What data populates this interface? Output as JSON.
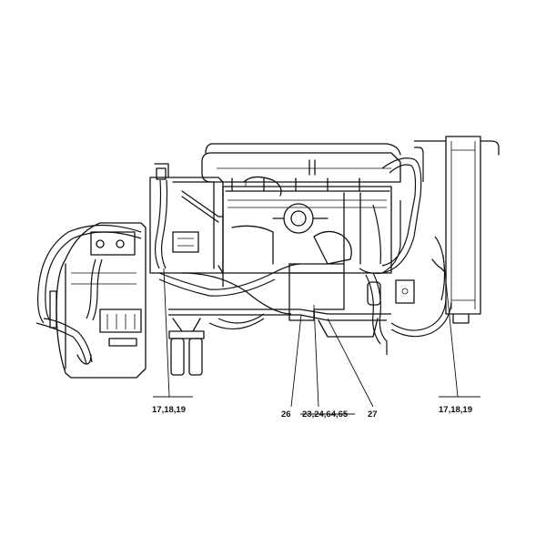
{
  "callouts": {
    "c1": "17,18,19",
    "c2": "26",
    "c3": "23,24,64,65",
    "c4": "27",
    "c5": "17,18,19"
  }
}
